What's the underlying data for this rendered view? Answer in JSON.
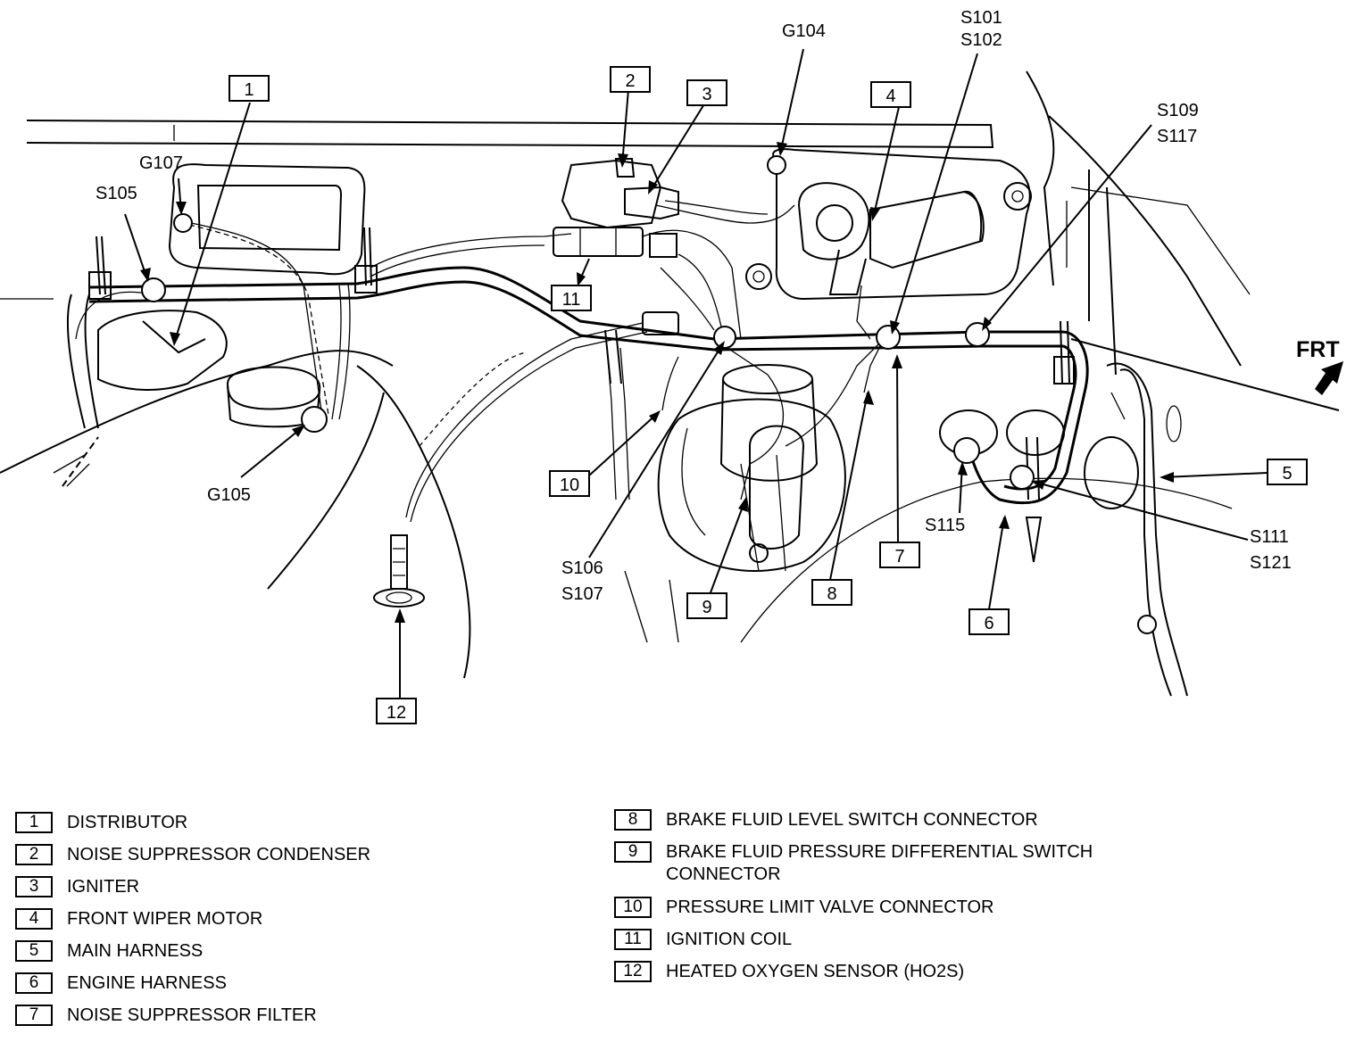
{
  "callouts": {
    "n1": "1",
    "n2": "2",
    "n3": "3",
    "n4": "4",
    "n5": "5",
    "n6": "6",
    "n7": "7",
    "n8": "8",
    "n9": "9",
    "n10": "10",
    "n11": "11",
    "n12": "12"
  },
  "labels": {
    "g104": "G104",
    "g105": "G105",
    "g107": "G107",
    "s101": "S101",
    "s102": "S102",
    "s105": "S105",
    "s106": "S106",
    "s107": "S107",
    "s109": "S109",
    "s117": "S117",
    "s111": "S111",
    "s121": "S121",
    "s115": "S115",
    "frt": "FRT"
  },
  "legend": [
    {
      "num": "1",
      "label": "DISTRIBUTOR"
    },
    {
      "num": "2",
      "label": "NOISE SUPPRESSOR CONDENSER"
    },
    {
      "num": "3",
      "label": "IGNITER"
    },
    {
      "num": "4",
      "label": "FRONT WIPER MOTOR"
    },
    {
      "num": "5",
      "label": "MAIN HARNESS"
    },
    {
      "num": "6",
      "label": "ENGINE HARNESS"
    },
    {
      "num": "7",
      "label": "NOISE SUPPRESSOR FILTER"
    },
    {
      "num": "8",
      "label": "BRAKE FLUID LEVEL SWITCH CONNECTOR"
    },
    {
      "num": "9",
      "label": "BRAKE FLUID PRESSURE DIFFERENTIAL SWITCH CONNECTOR"
    },
    {
      "num": "10",
      "label": "PRESSURE LIMIT VALVE CONNECTOR"
    },
    {
      "num": "11",
      "label": "IGNITION COIL"
    },
    {
      "num": "12",
      "label": "HEATED OXYGEN SENSOR (HO2S)"
    }
  ]
}
